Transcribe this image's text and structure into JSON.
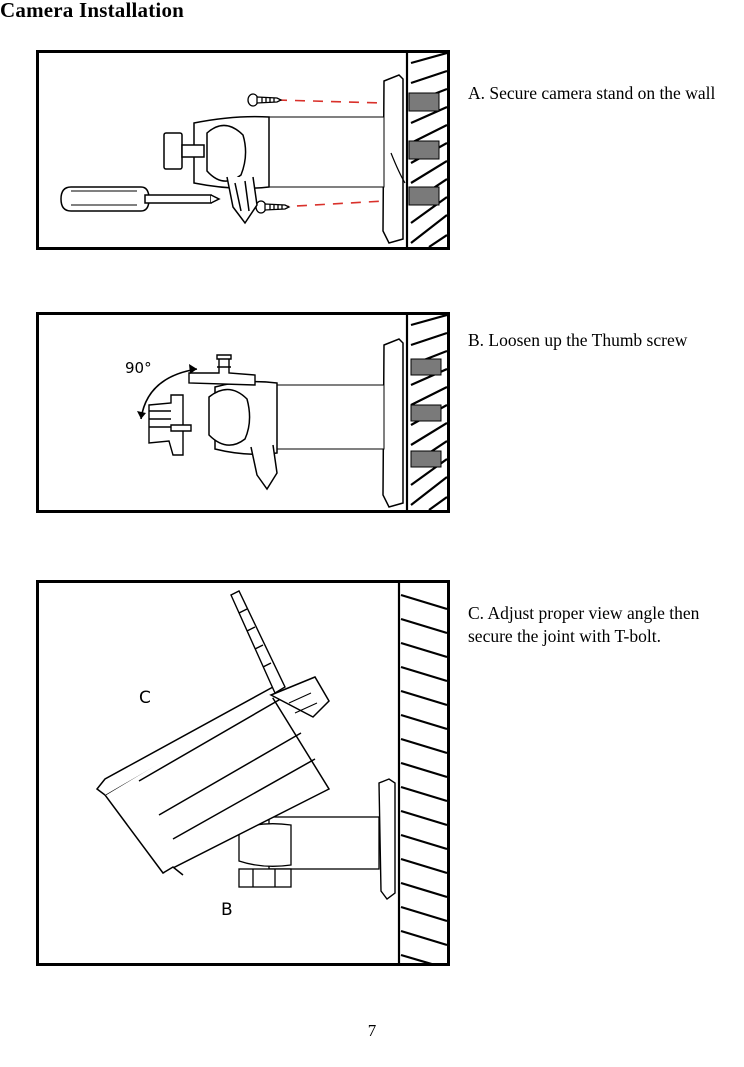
{
  "page": {
    "title": "Camera Installation",
    "page_number": "7"
  },
  "steps": [
    {
      "id": "A",
      "text": "A. Secure camera stand on the wall",
      "figure_labels": []
    },
    {
      "id": "B",
      "text": "B. Loosen up the Thumb screw",
      "figure_labels": [
        "90°"
      ]
    },
    {
      "id": "C",
      "text": "C. Adjust proper view angle then secure the joint with T-bolt.",
      "figure_labels": [
        "C",
        "B"
      ]
    }
  ],
  "colors": {
    "ink": "#000000",
    "guide_line": "#d9312b",
    "hatch_fill": "#7a7a7a",
    "body_fill": "#ffffff"
  }
}
